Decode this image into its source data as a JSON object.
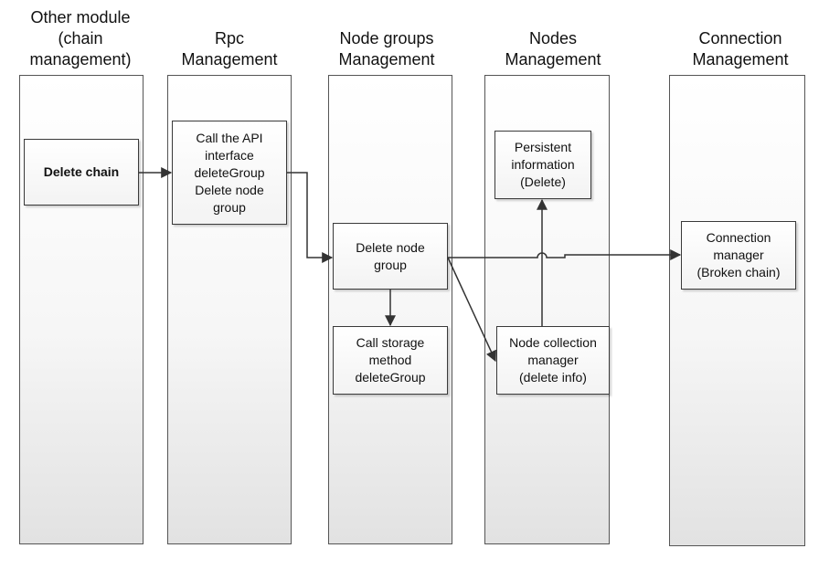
{
  "lanes": [
    {
      "title": "Other module\n(chain\nmanagement)"
    },
    {
      "title": "Rpc\nManagement"
    },
    {
      "title": "Node groups\nManagement"
    },
    {
      "title": "Nodes\nManagement"
    },
    {
      "title": "Connection\nManagement"
    }
  ],
  "nodes": {
    "delete_chain": "Delete chain",
    "call_api": "Call the API\ninterface\ndeleteGroup\nDelete node\ngroup",
    "delete_node_group": "Delete node\ngroup",
    "call_storage": "Call storage\nmethod\ndeleteGroup",
    "persistent_info": "Persistent\ninformation\n(Delete)",
    "node_collection": "Node collection\nmanager\n(delete info)",
    "connection_manager": "Connection\nmanager\n(Broken chain)"
  },
  "colors": {
    "line": "#333333",
    "border": "#3a3a3a"
  }
}
